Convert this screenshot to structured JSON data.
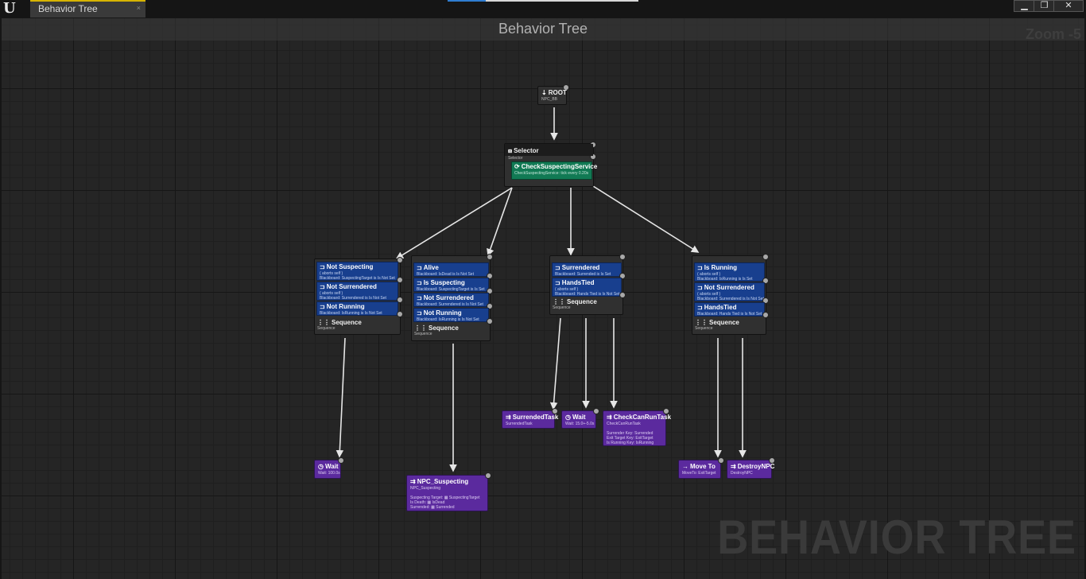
{
  "window": {
    "tab_label": "Behavior Tree",
    "tab_close": "×",
    "minimize": "▁",
    "restore": "❐",
    "close": "✕"
  },
  "graph": {
    "title": "Behavior Tree",
    "zoom": "Zoom -5",
    "watermark": "BEHAVIOR TREE"
  },
  "root": {
    "title": "ROOT",
    "subtitle": "NPC_BB"
  },
  "selector": {
    "title": "Selector",
    "subtitle": "Selector",
    "service": {
      "title": "CheckSuspectingService",
      "detail": "CheckSuspectingService: tick every 0.20s"
    }
  },
  "seq1": {
    "decorators": [
      {
        "title": "Not Suspecting",
        "line1": "( aborts self )",
        "line2": "Blackboard: SuspectingTarget is Is Not Set"
      },
      {
        "title": "Not Surrendered",
        "line1": "( aborts self )",
        "line2": "Blackboard: Surrendered is Is Not Set"
      },
      {
        "title": "Not Running",
        "line1": "Blackboard: IsRunning is Is Not Set",
        "line2": ""
      }
    ],
    "title": "Sequence",
    "subtitle": "Sequence"
  },
  "seq2": {
    "decorators": [
      {
        "title": "Alive",
        "line1": "Blackboard: IsDead is Is Not Set"
      },
      {
        "title": "Is Suspecting",
        "line1": "Blackboard: SuspectingTarget is Is Set"
      },
      {
        "title": "Not Surrendered",
        "line1": "Blackboard: Surrendered is Is Not Set"
      },
      {
        "title": "Not Running",
        "line1": "Blackboard: IsRunning is Is Not Set"
      }
    ],
    "title": "Sequence",
    "subtitle": "Sequence"
  },
  "seq3": {
    "decorators": [
      {
        "title": "Surrendered",
        "line1": "Blackboard: Surrended is Is Set",
        "line2": ""
      },
      {
        "title": "HandsTied",
        "line1": "( aborts self )",
        "line2": "Blackboard: Hands Tied is Is Not Set"
      }
    ],
    "title": "Sequence",
    "subtitle": "Sequence"
  },
  "seq4": {
    "decorators": [
      {
        "title": "Is Running",
        "line1": "( aborts self )",
        "line2": "Blackboard: IsRunning is Is Set"
      },
      {
        "title": "Not Surrendered",
        "line1": "( aborts self )",
        "line2": "Blackboard: Surrendered is Is Not Set"
      },
      {
        "title": "HandsTied",
        "line1": "Blackboard: Hands Tied is Is Not Set",
        "line2": ""
      }
    ],
    "title": "Sequence",
    "subtitle": "Sequence"
  },
  "tasks": {
    "wait1": {
      "title": "Wait",
      "subtitle": "Wait: 100.0s"
    },
    "npc_suspecting": {
      "title": "NPC_Suspecting",
      "subtitle": "NPC_Suspecting",
      "lines": [
        "Suspecting Target: ▦ SuspectingTarget",
        "Is Death: ▦ IsDead",
        "Surrended: ▦ Surrended"
      ]
    },
    "surrended_task": {
      "title": "SurrendedTask",
      "subtitle": "SurrendedTask"
    },
    "wait2": {
      "title": "Wait",
      "subtitle": "Wait: 15.0+-5.0s"
    },
    "check_can_run": {
      "title": "CheckCanRunTask",
      "subtitle": "CheckCanRunTask",
      "lines": [
        "Surrender Key: Surrended",
        "Exit Target Key: ExitTarget",
        "Is Running Key: IsRunning"
      ]
    },
    "move_to": {
      "title": "Move To",
      "subtitle": "MoveTo: ExitTarget"
    },
    "destroy_npc": {
      "title": "DestroyNPC",
      "subtitle": "DestroyNPC"
    }
  },
  "colors": {
    "decorator": "#183f8e",
    "service": "#117a54",
    "task": "#5b2a9e",
    "composite": "#303030"
  },
  "icons": {
    "ue_logo": "U",
    "root": "root-icon",
    "selector": "selector-icon",
    "service": "service-icon",
    "decorator": "blackboard-decorator-icon",
    "sequence": "sequence-icon",
    "task": "task-icon",
    "wait": "clock-icon",
    "move": "arrow-right-icon"
  }
}
